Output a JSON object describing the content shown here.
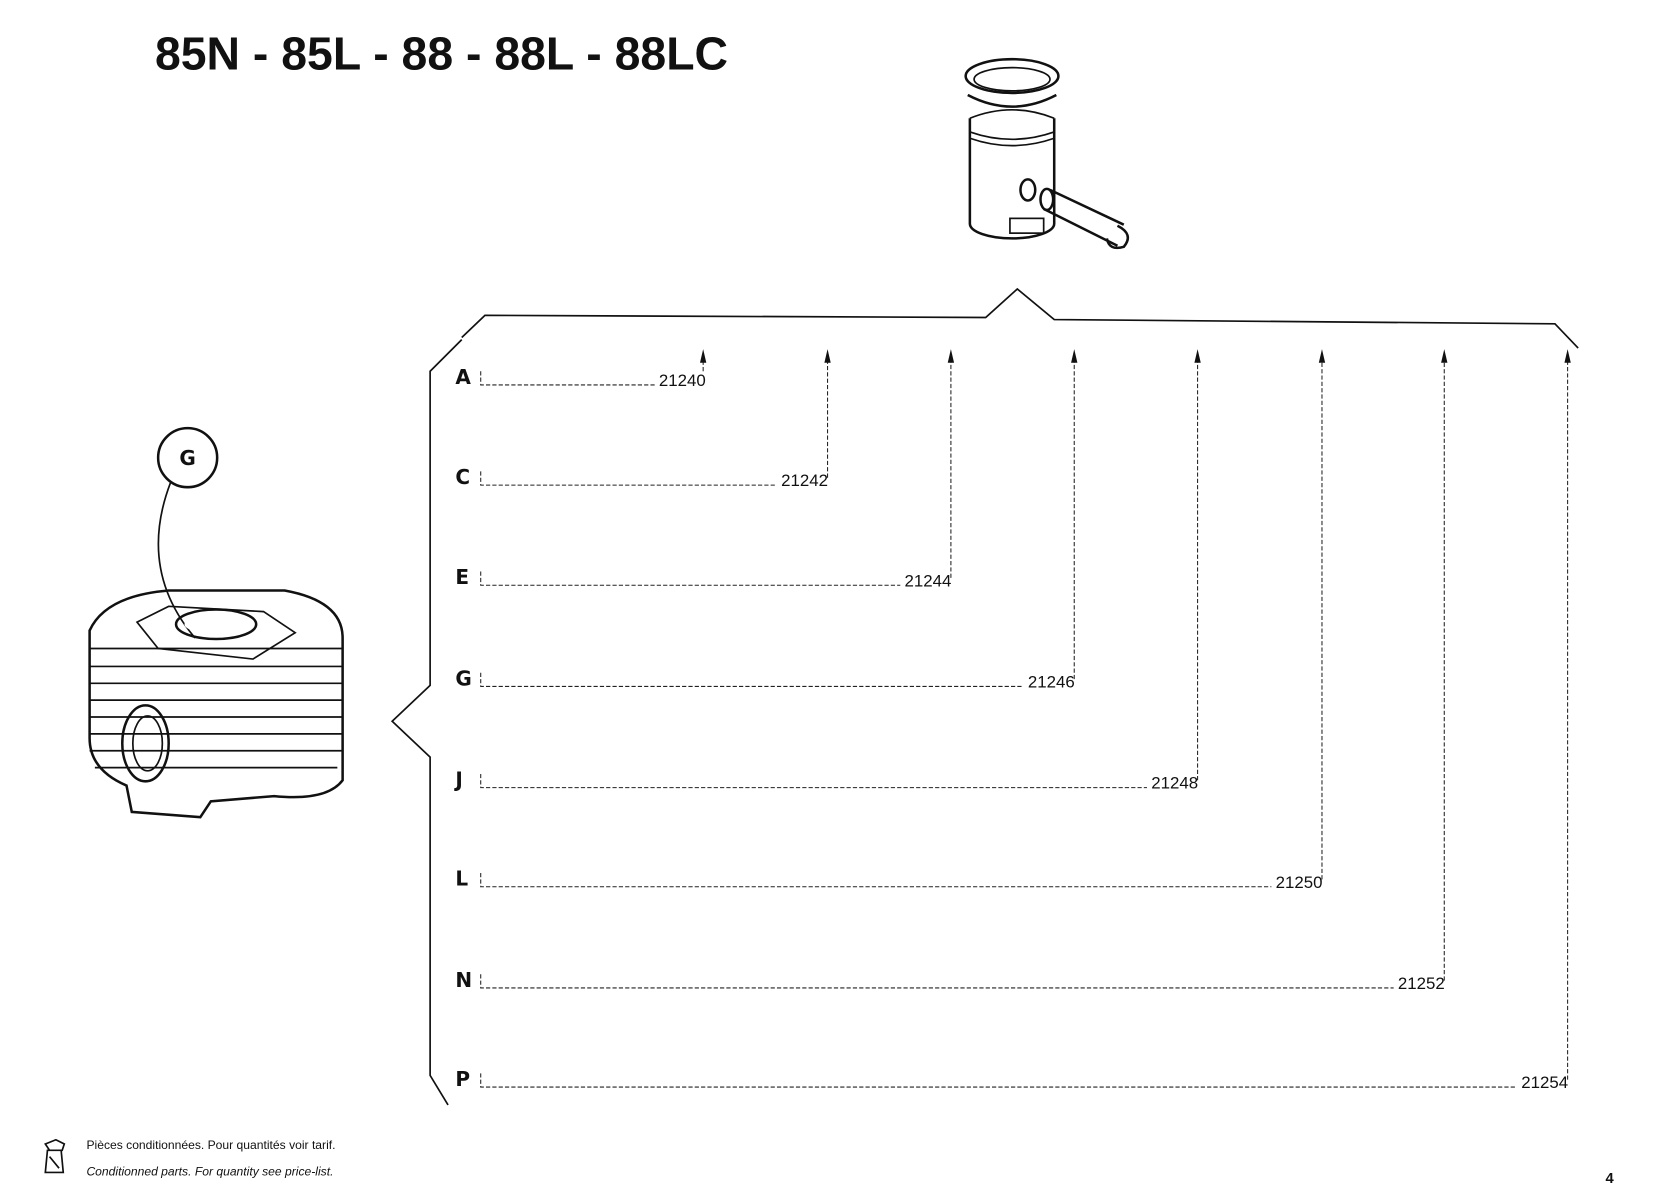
{
  "title": "85N - 85L - 88 - 88L - 88LC",
  "callout": {
    "label": "G"
  },
  "rows": [
    {
      "variant": "A",
      "part_number": "21240"
    },
    {
      "variant": "C",
      "part_number": "21242"
    },
    {
      "variant": "E",
      "part_number": "21244"
    },
    {
      "variant": "G",
      "part_number": "21246"
    },
    {
      "variant": "J",
      "part_number": "21248"
    },
    {
      "variant": "L",
      "part_number": "21250"
    },
    {
      "variant": "N",
      "part_number": "21252"
    },
    {
      "variant": "P",
      "part_number": "21254"
    }
  ],
  "footer": {
    "icon": "parts-bag-icon",
    "line_fr": "Pièces conditionnées. Pour quantités voir tarif.",
    "line_en": "Conditionned parts. For quantity see price-list."
  },
  "page_number": "4"
}
